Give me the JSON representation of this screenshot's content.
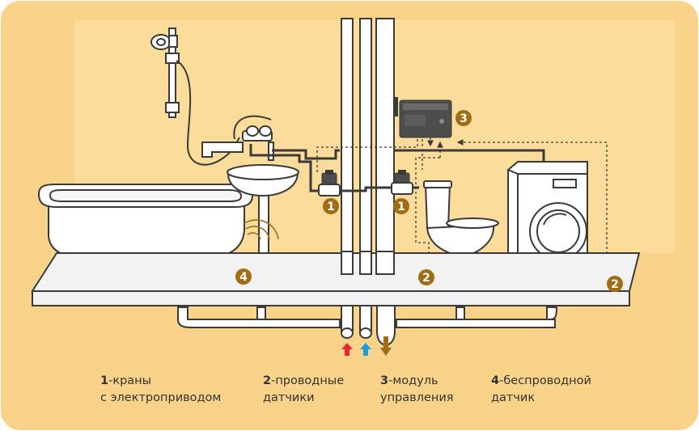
{
  "colors": {
    "frame": "#f9d38a",
    "wall": "#fbdc9a",
    "floor": "#f2f2f2",
    "line": "#3a3a3a",
    "badge": "#a06d14",
    "hot": "#e8262e",
    "cold": "#1e9bd8",
    "drain": "#a06d14",
    "module": "#4d4d4d"
  },
  "badges": {
    "valve_a": "1",
    "valve_b": "1",
    "module": "3",
    "wired_sensor_a": "2",
    "wired_sensor_b": "2",
    "wireless_sensor": "4"
  },
  "legend": [
    {
      "num": "1",
      "line1": "-краны",
      "line2": "с электроприводом"
    },
    {
      "num": "2",
      "line1": "-проводные",
      "line2": "датчики"
    },
    {
      "num": "3",
      "line1": "-модуль",
      "line2": "управления"
    },
    {
      "num": "4",
      "line1": "-беспроводной",
      "line2": "датчик"
    }
  ]
}
